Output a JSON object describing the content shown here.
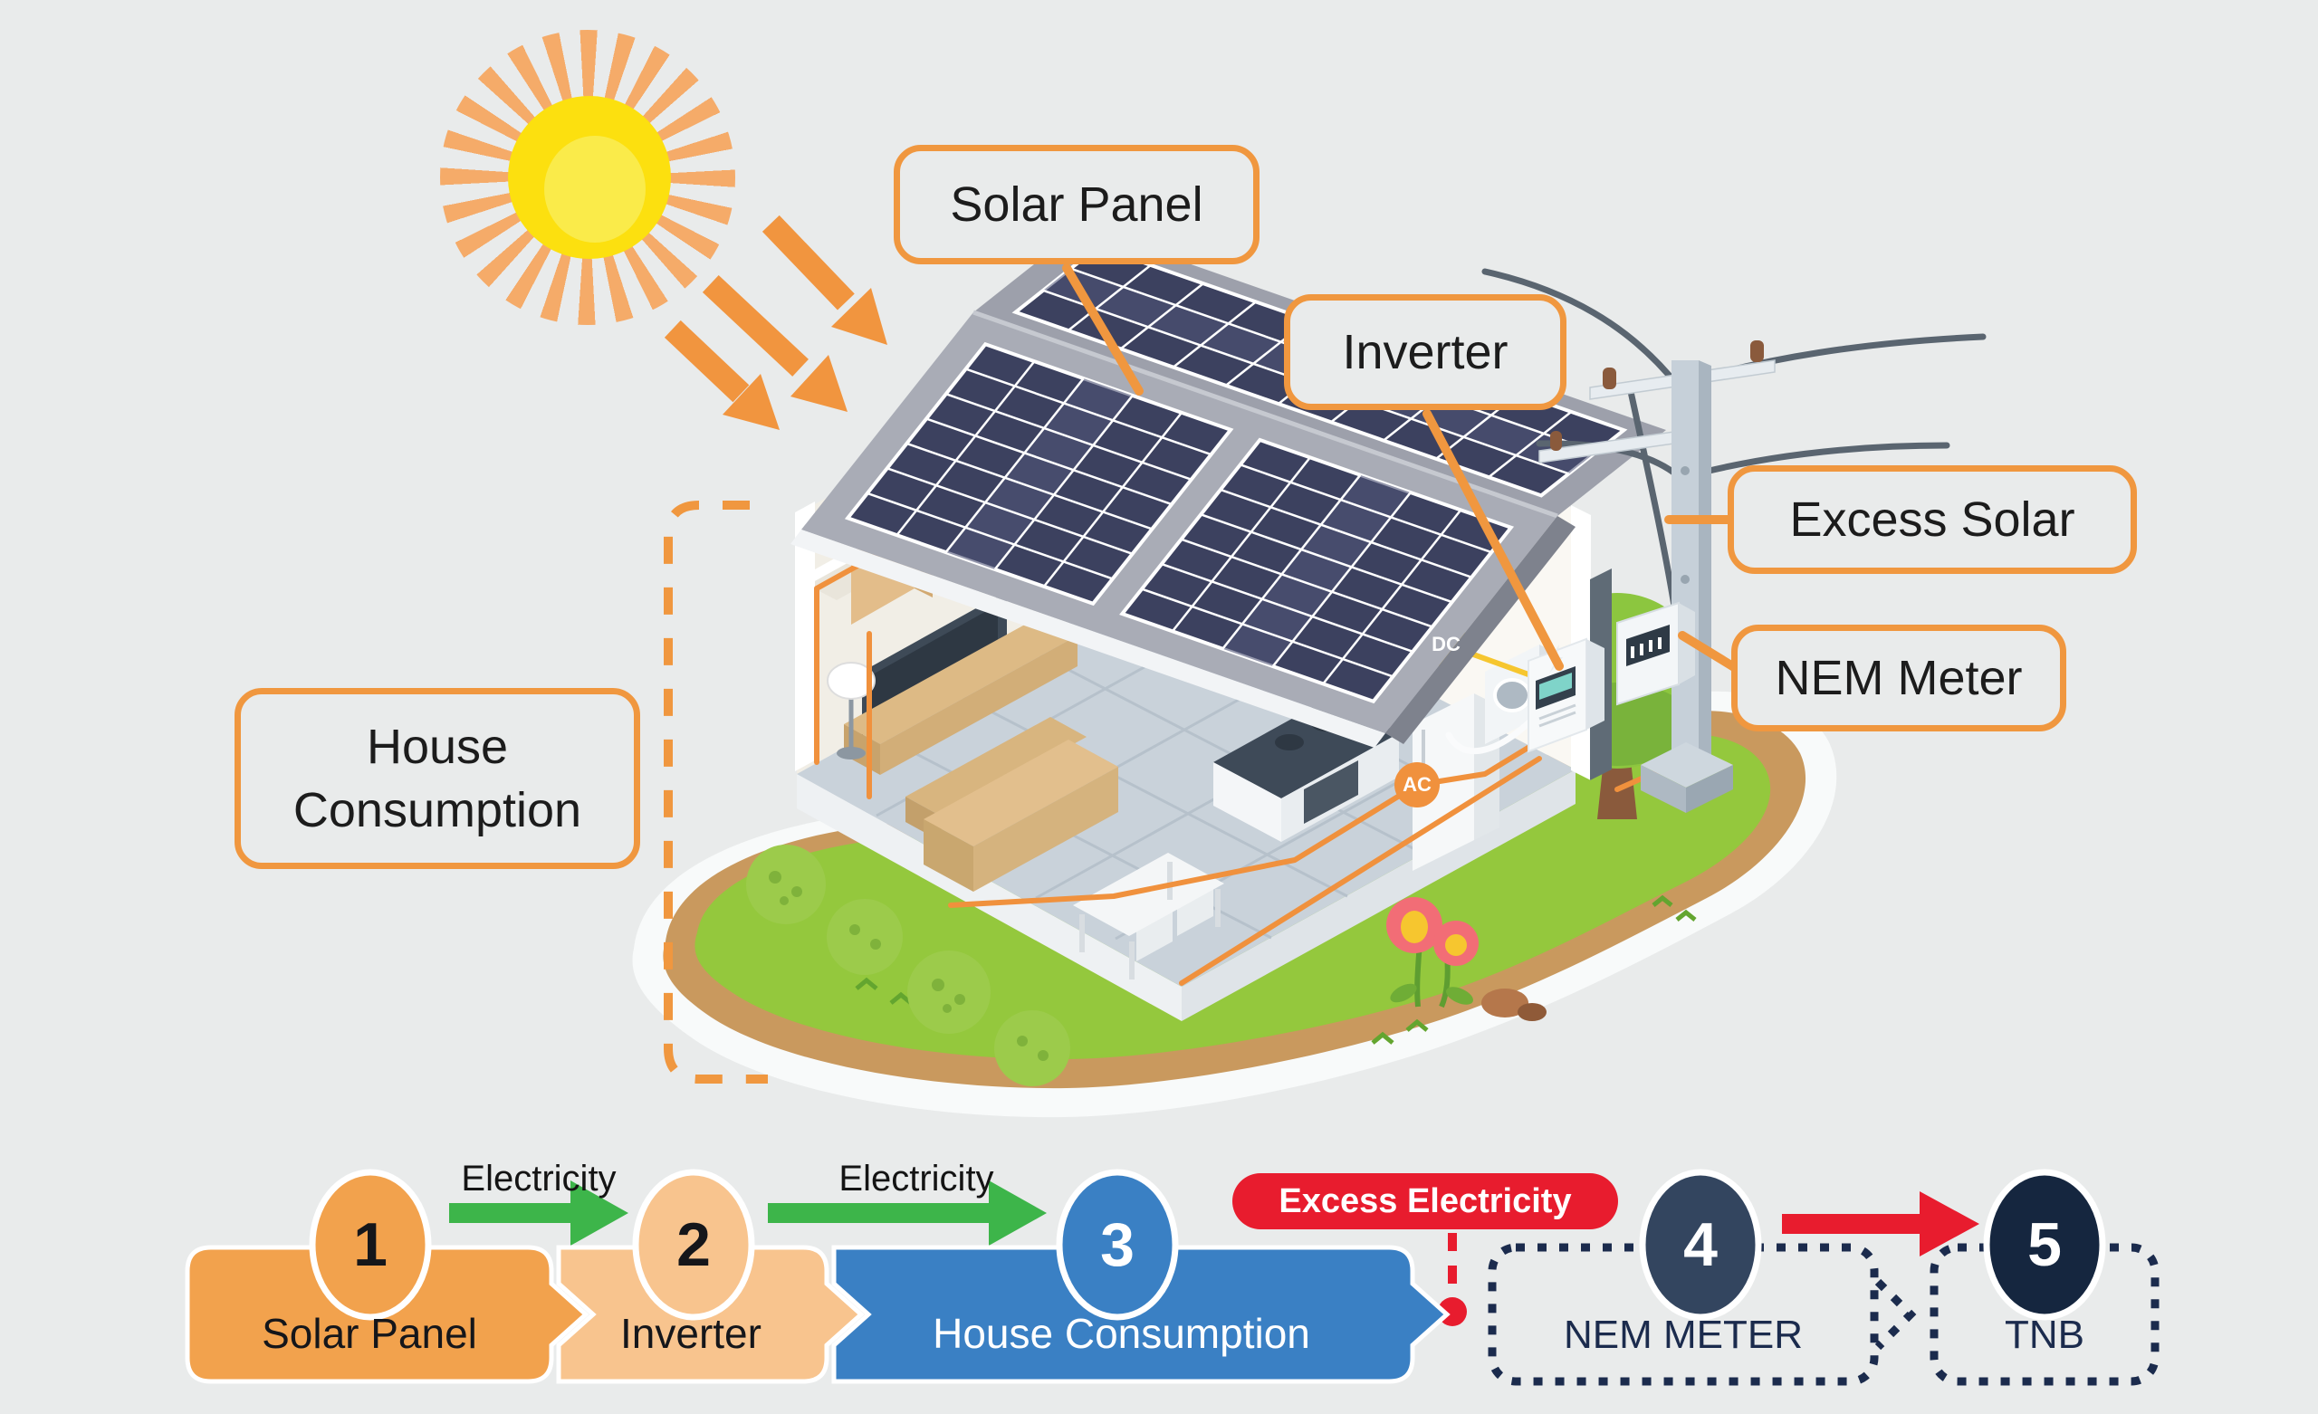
{
  "callouts": {
    "solar_panel": "Solar Panel",
    "inverter": "Inverter",
    "excess_solar": "Excess Solar",
    "nem_meter": "NEM Meter",
    "house_consumption": "House Consumption"
  },
  "badges": {
    "dc": "DC",
    "ac": "AC"
  },
  "flow": {
    "arrow1_label": "Electricity",
    "arrow2_label": "Electricity",
    "excess_label": "Excess Electricity",
    "steps": [
      {
        "num": "1",
        "label": "Solar Panel"
      },
      {
        "num": "2",
        "label": "Inverter"
      },
      {
        "num": "3",
        "label": "House Consumption"
      },
      {
        "num": "4",
        "label": "NEM METER"
      },
      {
        "num": "5",
        "label": "TNB"
      }
    ]
  },
  "colors": {
    "background": "#E9EBEB",
    "accent_orange": "#F0973F",
    "sun_ray_orange": "#F5AB69",
    "sun_core_yellow": "#FCE00F",
    "step1_orange": "#F2A24D",
    "step2_light_orange": "#F8C48E",
    "step3_blue": "#3A80C4",
    "step4_navy": "#33455F",
    "step5_navy": "#15263F",
    "green_arrow": "#3DB54A",
    "red": "#E81C2E",
    "navy_text": "#1B2B4D",
    "grass_green": "#94C83D",
    "panel_navy": "#3C415F",
    "roof_gray": "#A9ACB6"
  }
}
